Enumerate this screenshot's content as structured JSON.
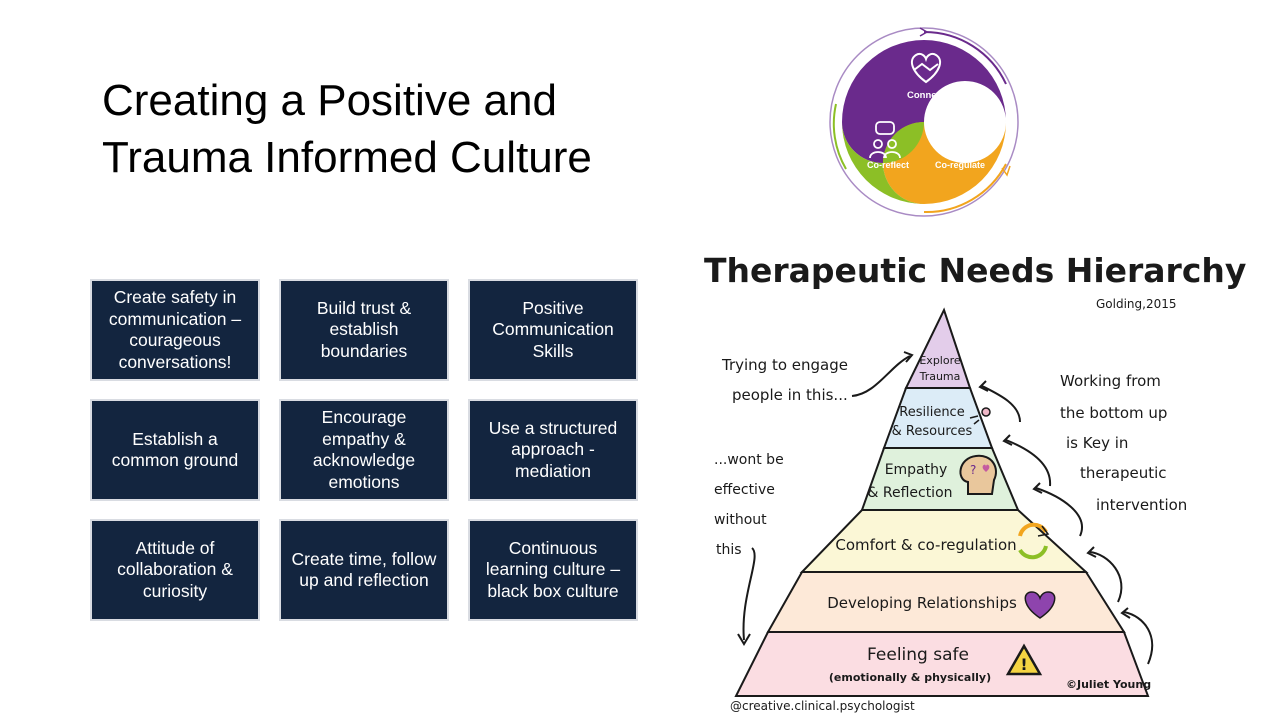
{
  "title": "Creating a Positive and Trauma Informed Culture",
  "cards": [
    {
      "text": "Create safety in communication – courageous conversations!"
    },
    {
      "text": "Build trust & establish boundaries"
    },
    {
      "text": "Positive Communication Skills"
    },
    {
      "text": "Establish a common ground"
    },
    {
      "text": "Encourage empathy & acknowledge emotions"
    },
    {
      "text": "Use a structured approach - mediation"
    },
    {
      "text": "Attitude of collaboration & curiosity"
    },
    {
      "text": "Create time, follow up and reflection"
    },
    {
      "text": "Continuous learning culture – black box culture"
    }
  ],
  "cycle": {
    "segments": [
      "Connect",
      "Co-reflect",
      "Co-regulate"
    ],
    "colors": {
      "connect": "#6a2a8c",
      "coreflect": "#8cbf26",
      "coregulate": "#f2a51e"
    }
  },
  "pyramid": {
    "heading": "Therapeutic Needs Hierarchy",
    "citation": "Golding,2015",
    "levels": [
      {
        "line1": "Explore",
        "line2": "Trauma",
        "color": "#e3cdea"
      },
      {
        "line1": "Resilience",
        "line2": "& Resources",
        "color": "#dcecf7"
      },
      {
        "line1": "Empathy",
        "line2": "& Reflection",
        "color": "#dff1dc"
      },
      {
        "line1": "Comfort & co-regulation",
        "line2": "",
        "color": "#fbf7d6"
      },
      {
        "line1": "Developing Relationships",
        "line2": "",
        "color": "#fde9d8"
      },
      {
        "line1": "Feeling safe",
        "line2": "(emotionally & physically)",
        "color": "#fbdde2"
      }
    ],
    "left_note_top": [
      "Trying to engage",
      "people in this..."
    ],
    "left_note_bottom": [
      "...wont be",
      "effective",
      "without",
      "this"
    ],
    "right_note": [
      "Working from",
      "the bottom up",
      "is Key in",
      "therapeutic",
      "intervention"
    ],
    "credit": "©Juliet Young",
    "handle": "@creative.clinical.psychologist"
  }
}
